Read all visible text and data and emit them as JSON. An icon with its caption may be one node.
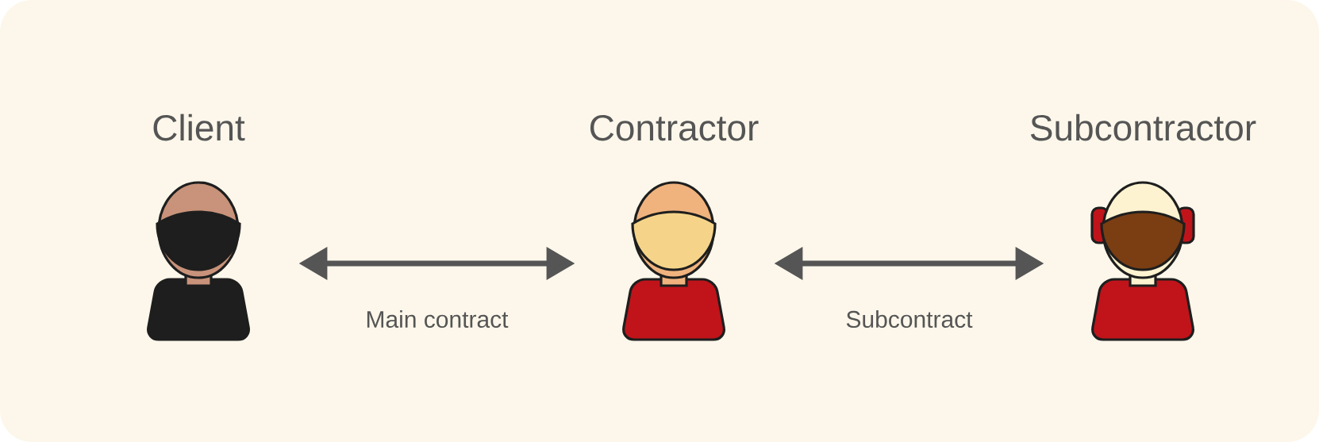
{
  "diagram": {
    "nodes": [
      {
        "text": [
          "Client"
        ]
      },
      {
        "text": [
          "Contractor"
        ]
      },
      {
        "text": [
          "Subcontractor"
        ]
      }
    ],
    "edges": [
      {
        "from": 0,
        "to": 1,
        "arrow": "both",
        "label": "Main contract"
      },
      {
        "from": 1,
        "to": 2,
        "arrow": "both",
        "label": "Subcontract"
      }
    ]
  }
}
